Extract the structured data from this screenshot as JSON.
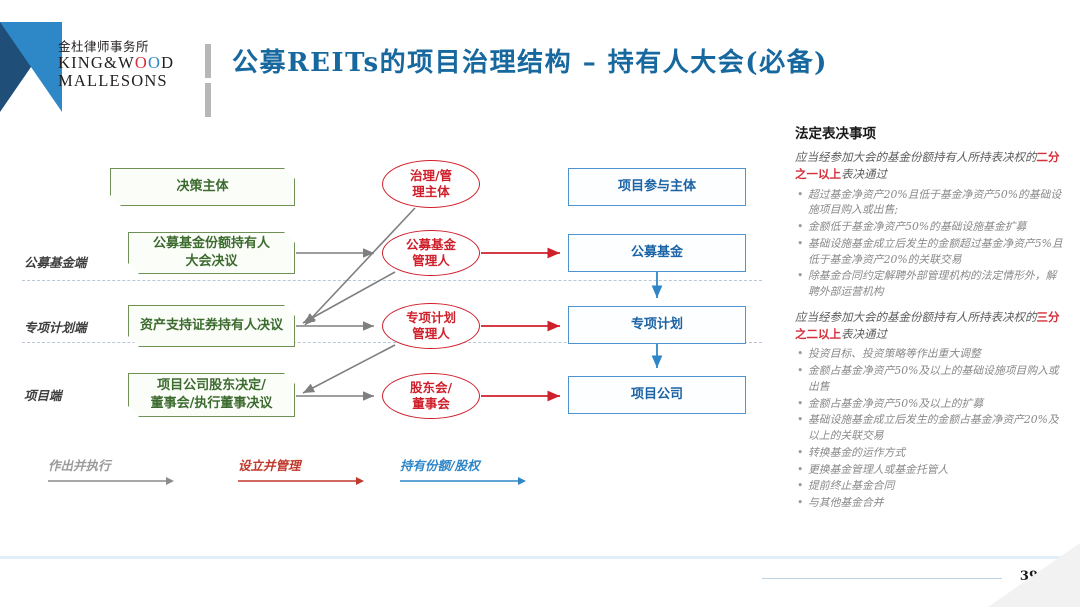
{
  "header": {
    "logo_cn": "金杜律师事务所",
    "logo_en_line1_a": "KING&W",
    "logo_en_line1_o1": "O",
    "logo_en_line1_o2": "O",
    "logo_en_line1_b": "D",
    "logo_en_line2": "MALLESONS",
    "title": "公募REITs的项目治理结构 – 持有人大会(必备)",
    "title_color": "#17689e"
  },
  "diagram": {
    "column_headers": {
      "decision": "决策主体",
      "governance": "治理/管\n理主体",
      "participant": "项目参与主体"
    },
    "row_labels": [
      "公募基金端",
      "专项计划端",
      "项目端"
    ],
    "green_boxes": [
      "公募基金份额持有人\n大会决议",
      "资产支持证券持有人决议",
      "项目公司股东决定/\n董事会/执行董事决议"
    ],
    "ellipses": [
      "公募基金\n管理人",
      "专项计划\n管理人",
      "股东会/\n董事会"
    ],
    "blue_boxes": [
      "公募基金",
      "专项计划",
      "项目公司"
    ],
    "colors": {
      "green": "#6f9155",
      "green_text": "#3c6b2f",
      "red": "#cf1f2a",
      "blue": "#4f94d0",
      "blue_text": "#1b63a5",
      "gray_arrow": "#7f7f7f"
    }
  },
  "legend": [
    {
      "label": "作出并执行",
      "color": "#8c8c8c"
    },
    {
      "label": "设立并管理",
      "color": "#c0392b"
    },
    {
      "label": "持有份额/股权",
      "color": "#2e86c8"
    }
  ],
  "panel": {
    "heading": "法定表决事项",
    "section1": {
      "lead_prefix": "应当经参加大会的基金份额持有人所持表决权的",
      "lead_highlight": "二分之一以上",
      "lead_suffix": "表决通过",
      "bullets": [
        "超过基金净资产20%且低于基金净资产50%的基础设施项目购入或出售;",
        "金额低于基金净资产50%的基础设施基金扩募",
        "基础设施基金成立后发生的金额超过基金净资产5%且低于基金净资产20%的关联交易",
        "除基金合同约定解聘外部管理机构的法定情形外，解聘外部运营机构"
      ]
    },
    "section2": {
      "lead_prefix": "应当经参加大会的基金份额持有人所持表决权的",
      "lead_highlight": "三分之二以上",
      "lead_suffix": "表决通过",
      "bullets": [
        "投资目标、投资策略等作出重大调整",
        "金额占基金净资产50%及以上的基础设施项目购入或出售",
        "金额占基金净资产50%及以上的扩募",
        "基础设施基金成立后发生的金额占基金净资产20%及以上的关联交易",
        "转换基金的运作方式",
        "更换基金管理人或基金托管人",
        "提前终止基金合同",
        "与其他基金合并"
      ]
    }
  },
  "footer": {
    "page_number": "39"
  }
}
